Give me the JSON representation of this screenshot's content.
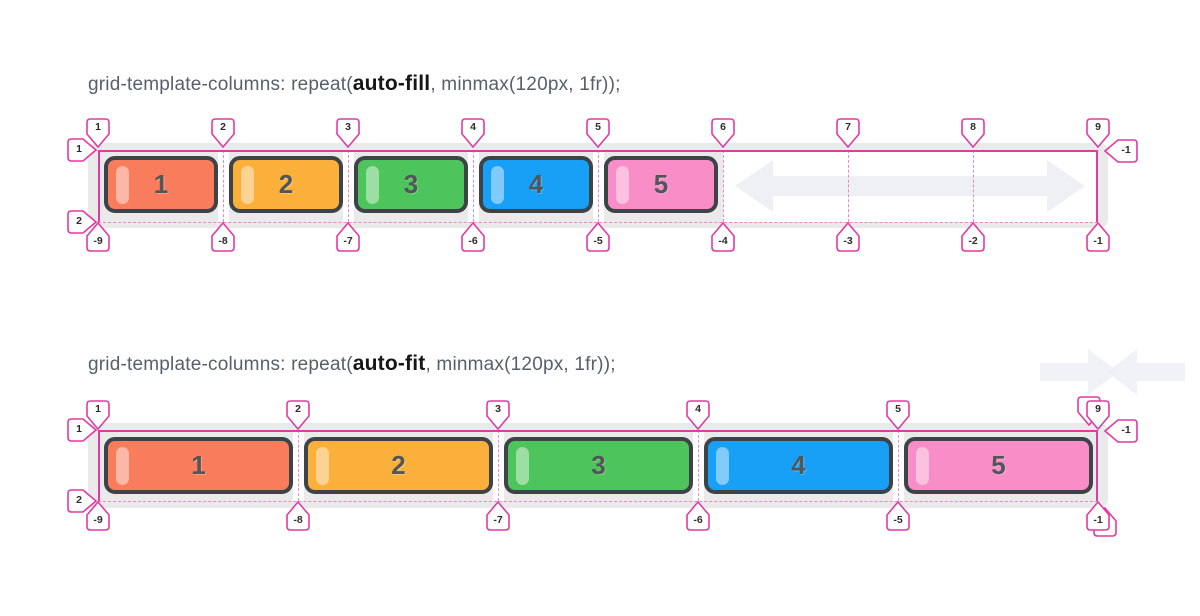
{
  "palette": {
    "pink_strong": "#e13aa2",
    "pink_dashed": "#ef86c9",
    "container_gray": "#eaeaea",
    "cell_border": "#3e4347",
    "arrow_gray": "#eef0f4",
    "title_gray": "#57606a",
    "keyword_black": "#141618"
  },
  "sections": [
    {
      "id": "autofill",
      "title_prefix": "grid-template-columns: repeat(",
      "title_keyword": "auto-fill",
      "title_suffix": ", minmax(120px, 1fr));",
      "cells": [
        {
          "label": "1",
          "color": "#f97c5d"
        },
        {
          "label": "2",
          "color": "#fbb03b"
        },
        {
          "label": "3",
          "color": "#4ec45c"
        },
        {
          "label": "4",
          "color": "#18a0f6"
        },
        {
          "label": "5",
          "color": "#f98dc8"
        }
      ],
      "top_markers": [
        {
          "label": "1",
          "line": 0
        },
        {
          "label": "2",
          "line": 1
        },
        {
          "label": "3",
          "line": 2
        },
        {
          "label": "4",
          "line": 3
        },
        {
          "label": "5",
          "line": 4
        },
        {
          "label": "6",
          "line": 5
        },
        {
          "label": "7",
          "line": 6
        },
        {
          "label": "8",
          "line": 7
        },
        {
          "label": "9",
          "line": 8
        }
      ],
      "bottom_markers": [
        {
          "label": "-9",
          "line": 0
        },
        {
          "label": "-8",
          "line": 1
        },
        {
          "label": "-7",
          "line": 2
        },
        {
          "label": "-6",
          "line": 3
        },
        {
          "label": "-5",
          "line": 4
        },
        {
          "label": "-4",
          "line": 5
        },
        {
          "label": "-3",
          "line": 6
        },
        {
          "label": "-2",
          "line": 7
        },
        {
          "label": "-1",
          "line": 8
        }
      ],
      "left_markers": [
        {
          "label": "1",
          "row": 0
        },
        {
          "label": "2",
          "row": 1
        }
      ],
      "right_markers": [
        {
          "label": "-1",
          "row": 0
        }
      ],
      "has_empty_space_arrow": true,
      "has_collapse_arrows": false
    },
    {
      "id": "autofit",
      "title_prefix": "grid-template-columns: repeat(",
      "title_keyword": "auto-fit",
      "title_suffix": ", minmax(120px, 1fr));",
      "cells": [
        {
          "label": "1",
          "color": "#f97c5d"
        },
        {
          "label": "2",
          "color": "#fbb03b"
        },
        {
          "label": "3",
          "color": "#4ec45c"
        },
        {
          "label": "4",
          "color": "#18a0f6"
        },
        {
          "label": "5",
          "color": "#f98dc8"
        }
      ],
      "top_markers": [
        {
          "label": "1",
          "line": 0
        },
        {
          "label": "2",
          "line": 1
        },
        {
          "label": "3",
          "line": 2
        },
        {
          "label": "4",
          "line": 3
        },
        {
          "label": "5",
          "line": 4
        },
        {
          "label": "9",
          "line": 5,
          "ghost": true
        }
      ],
      "bottom_markers": [
        {
          "label": "-9",
          "line": 0
        },
        {
          "label": "-8",
          "line": 1
        },
        {
          "label": "-7",
          "line": 2
        },
        {
          "label": "-6",
          "line": 3
        },
        {
          "label": "-5",
          "line": 4
        },
        {
          "label": "-1",
          "line": 5,
          "ghost": true
        }
      ],
      "left_markers": [
        {
          "label": "1",
          "row": 0
        },
        {
          "label": "2",
          "row": 1
        }
      ],
      "right_markers": [
        {
          "label": "-1",
          "row": 0
        }
      ],
      "has_empty_space_arrow": false,
      "has_collapse_arrows": true
    }
  ]
}
